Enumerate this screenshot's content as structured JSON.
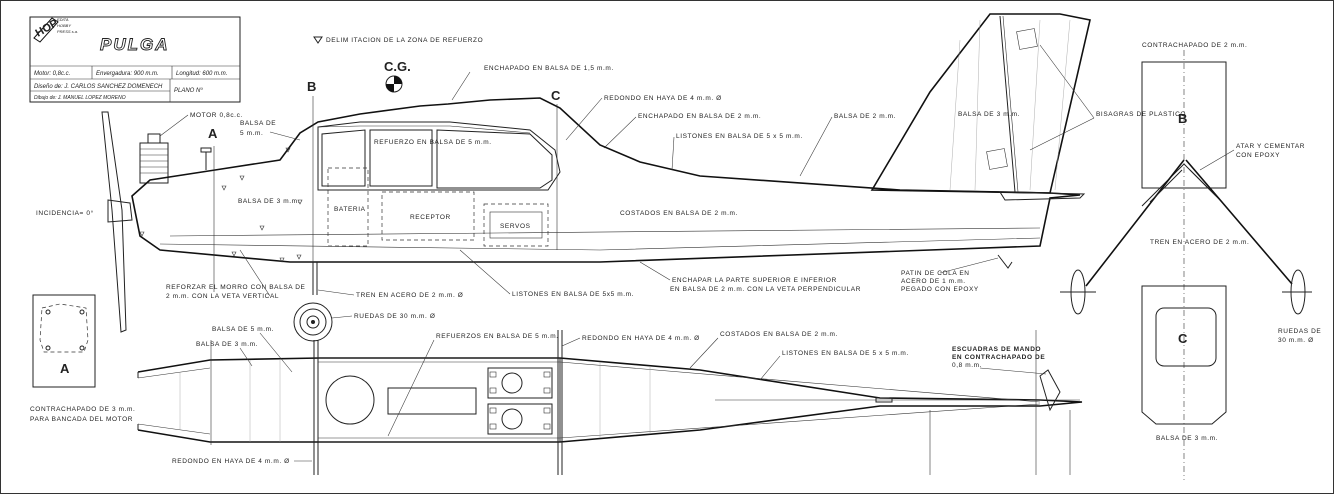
{
  "title_block": {
    "logo": "HOP",
    "publisher_lines": [
      "EDITA",
      "HOBBY",
      "PRESS s.a."
    ],
    "model_name": "PULGA",
    "motor": "Motor: 0,8c.c.",
    "envergadura": "Envergadura: 900 m.m.",
    "longitud": "Longitud: 600 m.m.",
    "diseno": "Diseño de: J. CARLOS SANCHEZ DOMENECH",
    "dibujo": "Dibujo de: J. MANUEL LOPEZ MORENO",
    "plano": "PLANO Nº"
  },
  "legend": {
    "triangle_note": "DELIM ITACION DE LA ZONA DE REFUERZO"
  },
  "cg": "C.G.",
  "section_markers": {
    "a": "A",
    "b": "B",
    "c": "C"
  },
  "side_view_labels": {
    "enchapado_1_5": "ENCHAPADO EN BALSA DE 1,5 m.m.",
    "redondo_haya": "REDONDO EN HAYA DE 4 m.m. Ø",
    "enchapado_2": "ENCHAPADO EN BALSA DE 2 m.m.",
    "listones_5x5": "LISTONES EN BALSA DE 5 x 5 m.m.",
    "balsa_2": "BALSA DE 2 m.m.",
    "balsa_3_tail": "BALSA DE 3 m.m.",
    "bisagras": "BISAGRAS DE PLASTICO",
    "motor": "MOTOR 0,8c.c.",
    "balsa_5_line1": "BALSA DE",
    "balsa_5_line2": "5 m.m.",
    "refuerzo_5": "REFUERZO EN BALSA DE 5 m.m.",
    "incidencia": "INCIDENCIA= 0°",
    "balsa_3_nose": "BALSA DE 3 m.m.",
    "bateria": "BATERIA",
    "receptor": "RECEPTOR",
    "servos": "SERVOS",
    "costados": "COSTADOS EN BALSA DE 2 m.m.",
    "enchapar_1": "ENCHAPAR LA PARTE SUPERIOR E INFERIOR",
    "enchapar_2": "EN BALSA DE 2 m.m. CON LA VETA PERPENDICULAR",
    "listones_5x5_bottom": "LISTONES EN BALSA DE 5x5 m.m.",
    "reforzar_1": "REFORZAR EL MORRO CON BALSA DE",
    "reforzar_2": "2 m.m. CON LA VETA VERTICAL",
    "tren_2": "TREN EN ACERO DE 2 m.m. Ø",
    "ruedas_30": "RUEDAS DE 30 m.m. Ø",
    "patin_1": "PATIN DE COLA EN",
    "patin_2": "ACERO DE 1 m.m.",
    "patin_3": "PEGADO CON EPOXY"
  },
  "top_view_labels": {
    "balsa_5": "BALSA DE 5 m.m.",
    "balsa_3": "BALSA DE 3 m.m.",
    "refuerzos_5": "REFUERZOS EN BALSA DE 5 m.m.",
    "redondo_haya": "REDONDO EN HAYA DE 4 m.m. Ø",
    "costados": "COSTADOS EN BALSA DE 2 m.m.",
    "listones": "LISTONES EN BALSA DE 5 x 5 m.m.",
    "escuadras_1": "ESCUADRAS DE MANDO",
    "escuadras_2": "EN CONTRACHAPADO DE",
    "escuadras_3": "0,8 m.m.",
    "redondo_bottom": "REDONDO EN HAYA DE 4 m.m. Ø",
    "contrachapado_1": "CONTRACHAPADO DE 3 m.m.",
    "contrachapado_2": "PARA BANCADA DEL MOTOR"
  },
  "section_labels": {
    "contrachapado_b": "CONTRACHAPADO DE 2 m.m.",
    "atar_1": "ATAR Y CEMENTAR",
    "atar_2": "CON EPOXY",
    "tren": "TREN EN ACERO DE 2 m.m.",
    "ruedas_1": "RUEDAS DE",
    "ruedas_2": "30 m.m. Ø",
    "balsa_3": "BALSA DE 3 m.m."
  }
}
